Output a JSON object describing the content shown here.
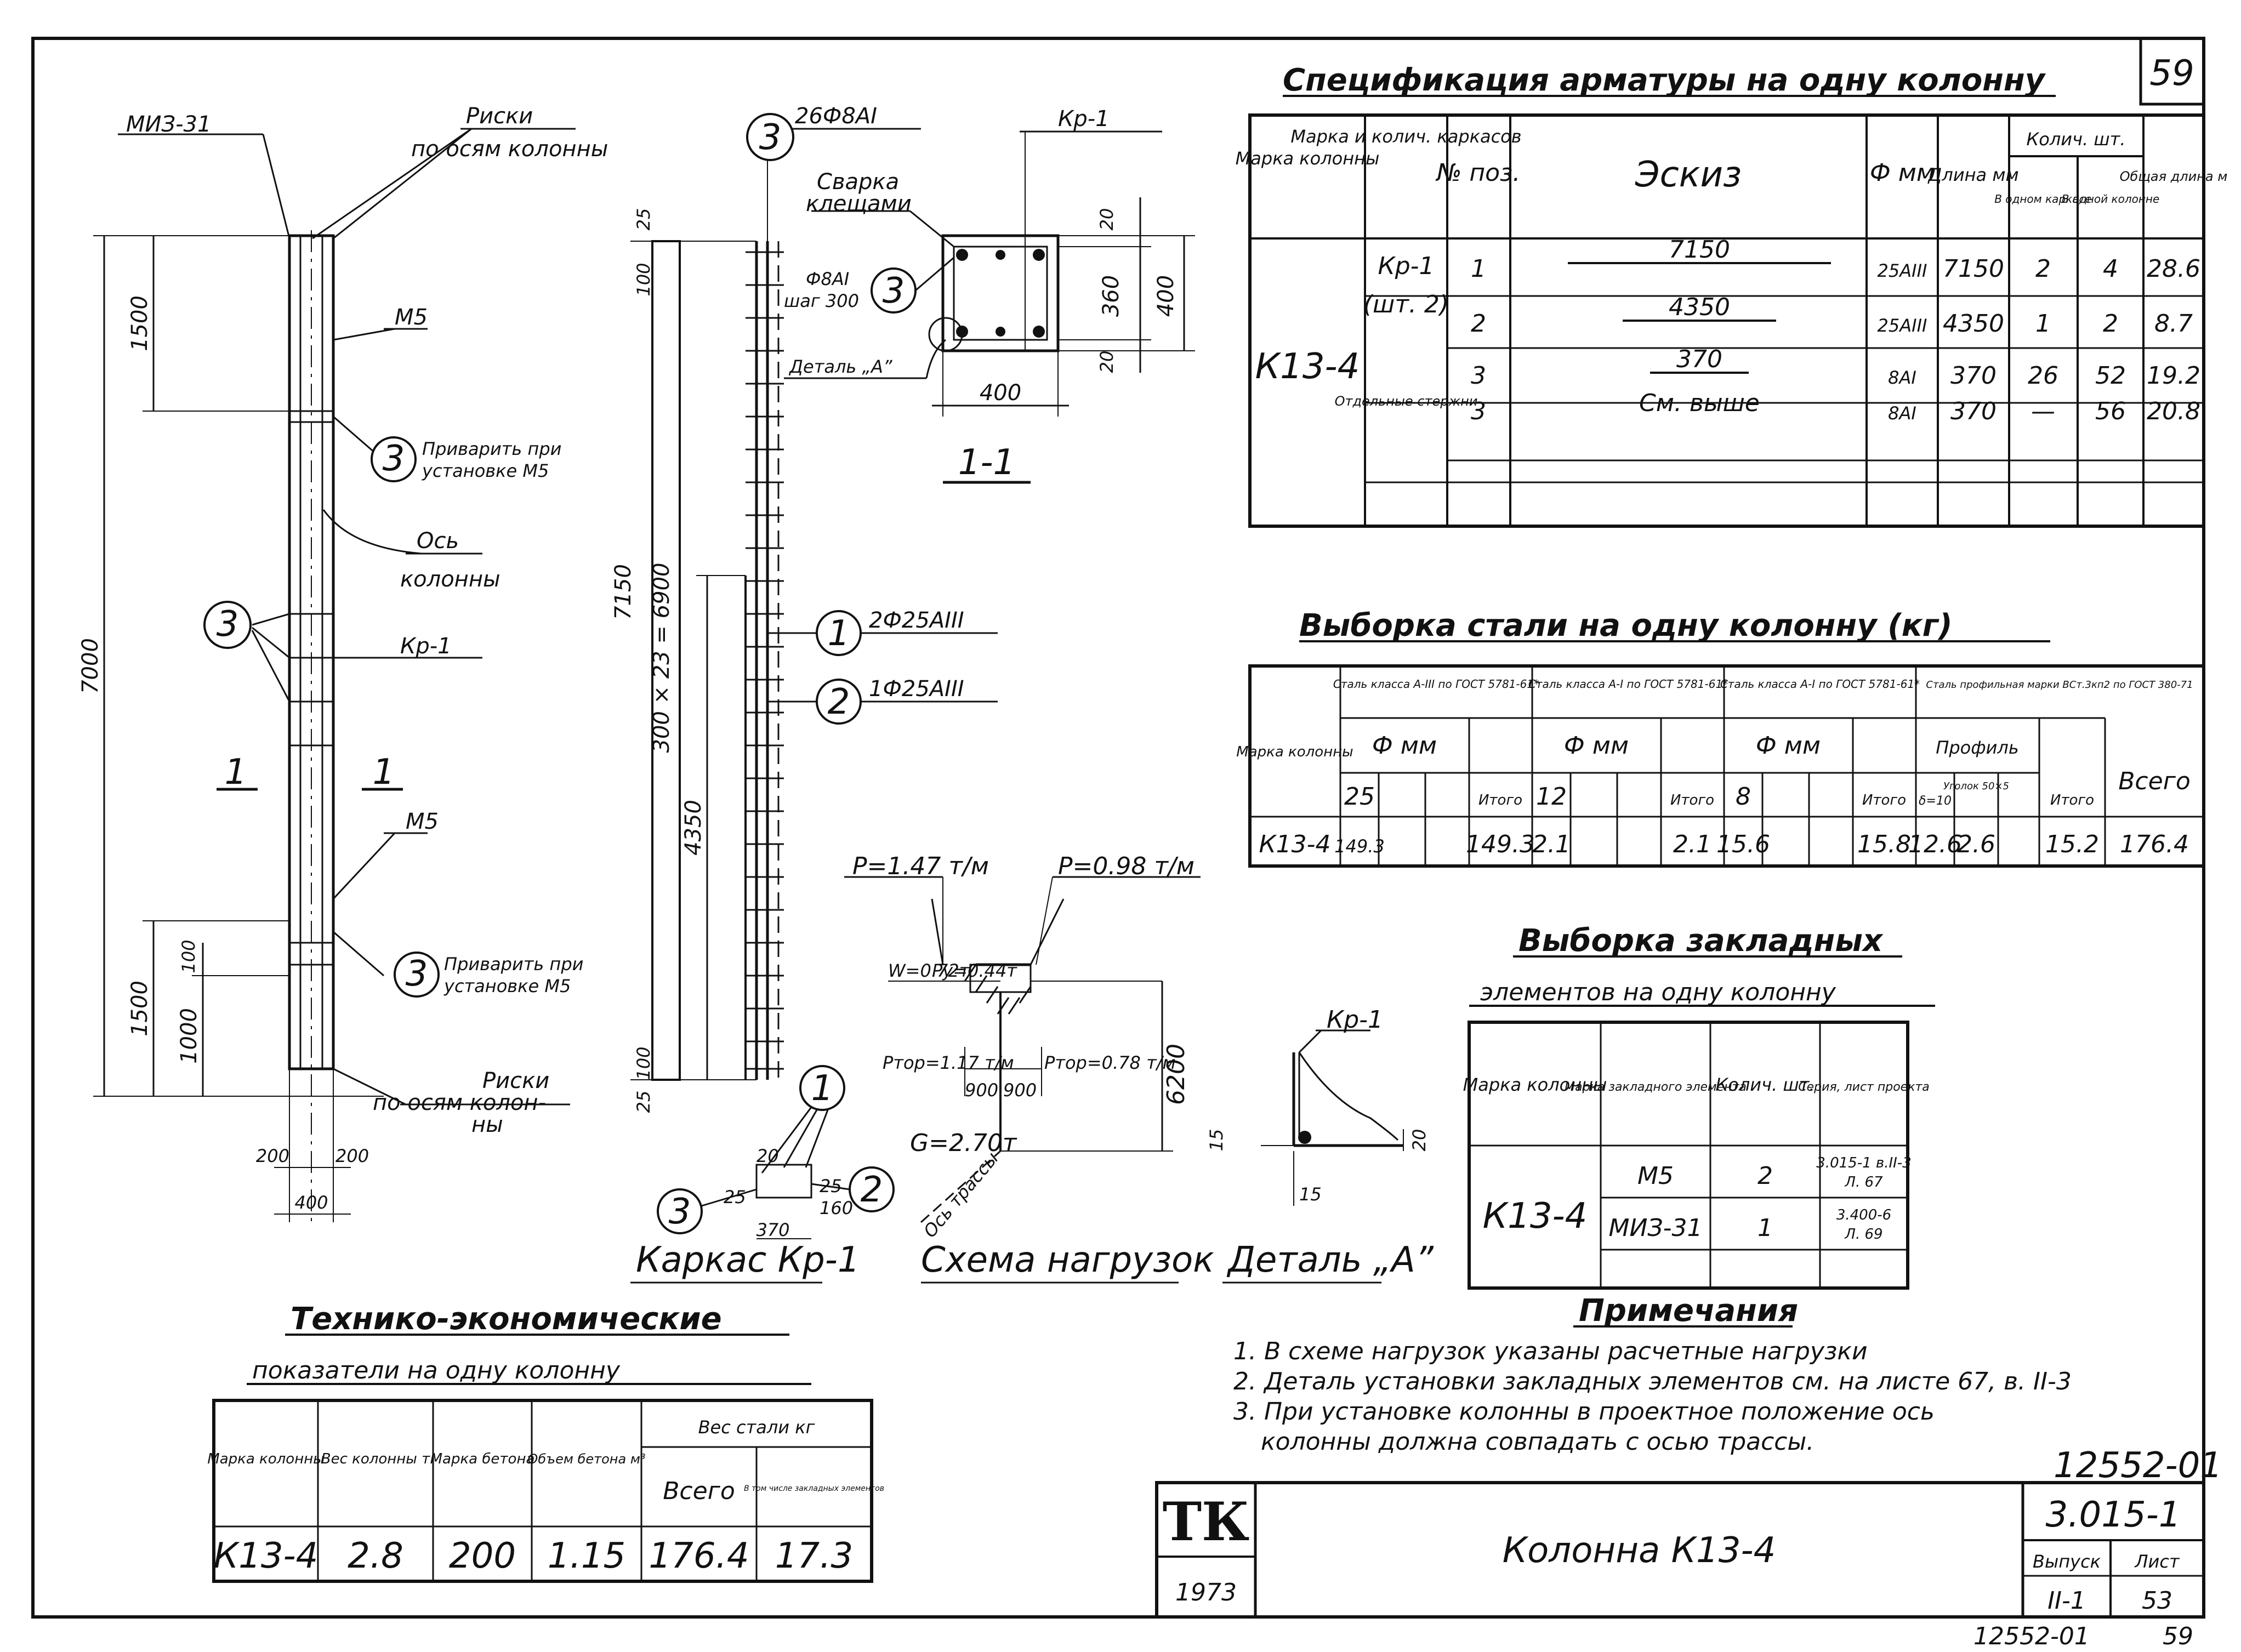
{
  "sheet_number": "59",
  "rebar_spec": {
    "title": "Спецификация арматуры на одну колонну",
    "headers": {
      "col_mark": "Марка колонны",
      "frame_mark": "Марка и колич. каркасов",
      "pos": "№ поз.",
      "sketch": "Эскиз",
      "diam": "Ф мм",
      "length": "Длина мм",
      "qty_group": "Колич. шт.",
      "qty_frame": "В одном каркасе",
      "qty_col": "В одной колонне",
      "total_len": "Общая длина м"
    },
    "column_mark": "К13-4",
    "frame": "Кр-1",
    "frame_count": "(шт. 2)",
    "loose": "Отдельные стержни",
    "rows": [
      {
        "pos": "1",
        "sketch": "7150",
        "diam": "25АIII",
        "len": "7150",
        "qf": "2",
        "qc": "4",
        "total": "28.6"
      },
      {
        "pos": "2",
        "sketch": "4350",
        "diam": "25АIII",
        "len": "4350",
        "qf": "1",
        "qc": "2",
        "total": "8.7"
      },
      {
        "pos": "3",
        "sketch": "370",
        "diam": "8АI",
        "len": "370",
        "qf": "26",
        "qc": "52",
        "total": "19.2"
      },
      {
        "pos": "3",
        "sketch": "См. выше",
        "diam": "8АI",
        "len": "370",
        "qf": "—",
        "qc": "56",
        "total": "20.8"
      }
    ]
  },
  "steel_sel": {
    "title": "Выборка стали на одну колонну (кг)",
    "col_mark_hdr": "Марка колонны",
    "g1": "Сталь класса А-III по ГОСТ 5781-61*",
    "g2": "Сталь класса А-I по ГОСТ 5781-61*",
    "g3": "Сталь класса А-I по ГОСТ 5781-61*",
    "g4": "Сталь профильная марки ВСт.3кп2 по ГОСТ 380-71",
    "diam_mm": "Ф мм",
    "profile": "Профиль",
    "d1": "25",
    "d2": "12",
    "d3": "8",
    "prof1": "δ=10",
    "prof2": "Уголок 50×5",
    "itogo": "Итого",
    "vsego": "Всего",
    "row": {
      "mark": "К13-4",
      "v1": "149.3",
      "t1": "149.3",
      "v2": "2.1",
      "t2": "2.1",
      "v3": "15.6",
      "t3": "15.8",
      "p1": "12.6",
      "p2": "2.6",
      "t4": "15.2",
      "all": "176.4"
    }
  },
  "embedded": {
    "title1": "Выборка закладных",
    "title2": "элементов на одну колонну",
    "h_col": "Марка колонны",
    "h_el": "Марка закладного элемента",
    "h_qty": "Колич. шт.",
    "h_ser": "Серия, лист проекта",
    "mark": "К13-4",
    "rows": [
      {
        "el": "М5",
        "qty": "2",
        "ser1": "3.015-1 в.II-3",
        "ser2": "Л. 67"
      },
      {
        "el": "МИЗ-31",
        "qty": "1",
        "ser1": "3.400-6",
        "ser2": "Л. 69"
      }
    ]
  },
  "tep": {
    "title1": "Технико-экономические",
    "title2": "показатели на одну колонну",
    "h_col": "Марка колонны",
    "h_w": "Вес колонны т",
    "h_conc": "Марка бетона",
    "h_vol": "Объем бетона м³",
    "h_steel": "Вес стали кг",
    "h_all": "Всего",
    "h_incl": "В том числе закладных элементов",
    "row": {
      "mark": "К13-4",
      "w": "2.8",
      "conc": "200",
      "vol": "1.15",
      "all": "176.4",
      "incl": "17.3"
    }
  },
  "notes": {
    "title": "Примечания",
    "items": [
      "1. В схеме нагрузок указаны расчетные нагрузки",
      "2. Деталь установки закладных элементов см. на листе 67, в. II-3",
      "3. При установке колонны в проектное положение ось",
      "колонны должна совпадать с осью трассы."
    ]
  },
  "title_block": {
    "logo": "ТК",
    "year": "1973",
    "name": "Колонна К13-4",
    "series": "3.015-1",
    "code": "12552-01",
    "issue_lbl": "Выпуск",
    "issue": "II-1",
    "sheet_lbl": "Лист",
    "sheet": "53"
  },
  "footer": {
    "code": "12552-01",
    "page": "59"
  },
  "column_view": {
    "miz": "МИЗ-31",
    "risks1": "Риски",
    "risks1b": "по осям колонны",
    "m5a": "М5",
    "m5b": "М5",
    "weld1a": "Приварить при",
    "weld1b": "установке М5",
    "axis1": "Ось",
    "axis2": "колонны",
    "kr": "Кр-1",
    "risks2": "Риски",
    "risks2b": "по осям колон-",
    "risks2c": "ны",
    "dim7000": "7000",
    "dim1500a": "1500",
    "dim1500b": "1500",
    "dim1000": "1000",
    "dim100": "100",
    "dim200a": "200",
    "dim200b": "200",
    "dim400": "400",
    "sec1": "1",
    "sec2": "1",
    "mark3": "3"
  },
  "frame_view": {
    "top": "26Ф8АI",
    "d100": "100",
    "d25a": "25",
    "d25b": "25",
    "d100b": "100",
    "d7150": "7150",
    "d6900": "300 × 23 = 6900",
    "d4350": "4350",
    "bar1": "2Ф25АIII",
    "bar2": "1Ф25АIII",
    "caption": "Каркас Кр-1",
    "d25c": "25",
    "d20": "20",
    "d25d": "25",
    "d160": "160",
    "d370": "370",
    "m1": "1",
    "m2": "2",
    "m3": "3"
  },
  "section": {
    "kr": "Кр-1",
    "weld1": "Сварка",
    "weld2": "клещами",
    "f8": "Ф8АI",
    "step": "шаг 300",
    "detail": "Деталь „А”",
    "d20": "20",
    "d360": "360",
    "d20b": "20",
    "d400v": "400",
    "d400h": "400",
    "cap": "1-1"
  },
  "loads": {
    "p1": "Р=1.47 т/м",
    "p2": "Р=0.98 т/м",
    "w": "W=0.72т",
    "py": "Ру=0.44т",
    "pt1": "Pтор=1.17 т/м",
    "pt2": "Pтор=0.78 т/м",
    "g": "G=2.70т",
    "d900a": "900",
    "d900b": "900",
    "d6200": "6200",
    "axis": "Ось трассы",
    "cap": "Схема нагрузок"
  },
  "detail_a": {
    "kr": "Кр-1",
    "d15a": "15",
    "d15b": "15",
    "d20": "20",
    "cap": "Деталь „А”"
  }
}
